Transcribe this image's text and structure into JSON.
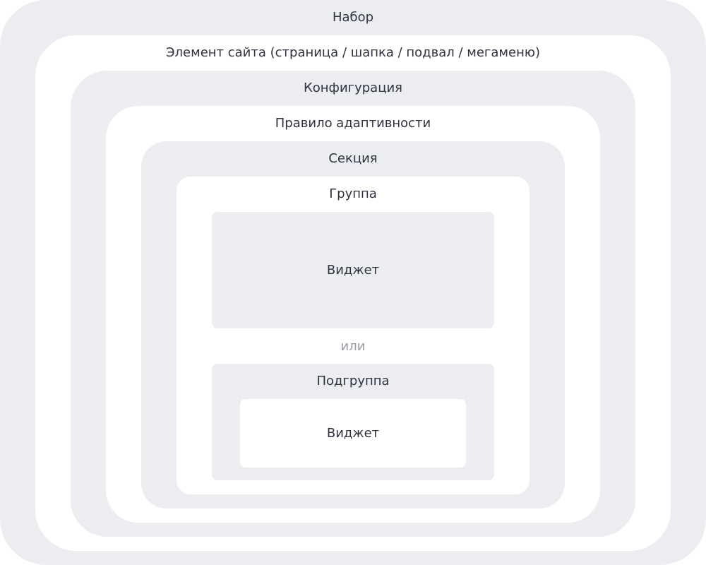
{
  "levels": {
    "set": "Набор",
    "site_element": "Элемент сайта (страница / шапка / подвал / мегаменю)",
    "configuration": "Конфигурация",
    "adaptive_rule": "Правило адаптивности",
    "section": "Секция",
    "group": "Группа",
    "widget": "Виджет",
    "or": "или",
    "subgroup": "Подгруппа",
    "sub_widget": "Виджет"
  },
  "colors": {
    "gray": "#ecedf1",
    "white": "#ffffff",
    "text": "#2f3240",
    "muted": "#9a9ca4"
  }
}
